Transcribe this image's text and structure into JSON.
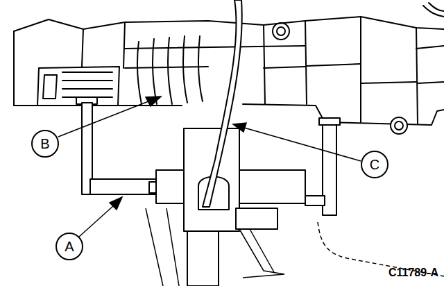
{
  "diagram": {
    "nodes": [
      {
        "text": [
          "B"
        ]
      },
      {
        "text": [
          "C"
        ]
      },
      {
        "text": [
          "A"
        ]
      }
    ],
    "labels": [
      "C11789-A"
    ]
  }
}
